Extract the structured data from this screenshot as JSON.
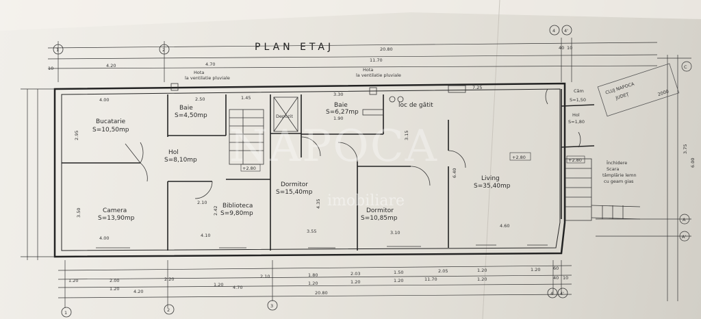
{
  "title": "PLAN ETAJ",
  "rooms": {
    "bucatarie": {
      "name": "Bucatarie",
      "area": "S=10,50mp"
    },
    "baie1": {
      "name": "Baie",
      "area": "S=4,50mp"
    },
    "hol": {
      "name": "Hol",
      "area": "S=8,10mp"
    },
    "camera": {
      "name": "Camera",
      "area": "S=13,90mp"
    },
    "biblioteca": {
      "name": "Biblioteca",
      "area": "S=9,80mp"
    },
    "depozit": {
      "name": "Depozit"
    },
    "baie2": {
      "name": "Baie",
      "area": "S=6,27mp"
    },
    "dormitor1": {
      "name": "Dormitor",
      "area": "S=15,40mp"
    },
    "dormitor2": {
      "name": "Dormitor",
      "area": "S=10,85mp"
    },
    "living": {
      "name": "Living",
      "area": "S=35,40mp"
    },
    "loc_gatit": {
      "name": "loc de gătit"
    },
    "cam": {
      "name": "Căm",
      "area": "S=1,50"
    },
    "hol2": {
      "name": "Hol",
      "area": "S=1,80"
    }
  },
  "notes": {
    "hota1": "Hota",
    "hota1b": "la ventilatie pluviale",
    "hota2": "Hota",
    "hota2b": "la ventilatie pluviale",
    "inchidere": [
      "Închidere",
      "Scara",
      "tâmplărie lemn",
      "cu geam gias"
    ],
    "level_a": "+2.80",
    "level_b": "+2.80",
    "level_c": "+2.80"
  },
  "dims_top": {
    "total": "20.80",
    "d1": "4.20",
    "d2": "4.70",
    "d3": "11.70",
    "d4": "40",
    "d5": "10",
    "d6": "10"
  },
  "dims_bottom": {
    "row1": [
      "1.20",
      "2.00",
      "2.20",
      "2.10",
      "1.80",
      "2.03",
      "1.50",
      "2.05",
      "1.20",
      "1.20",
      "60"
    ],
    "row2": [
      "1.20",
      "1.20",
      "1.20",
      "1.20",
      "1.20",
      "1.20",
      "40",
      "10"
    ],
    "d_420": "4.20",
    "d_470": "4.70",
    "d_1170": "11.70",
    "total": "20.80"
  },
  "room_dims": {
    "bucatarie_w": "4.00",
    "baie1_w": "2.50",
    "baie2_w": "3.30",
    "living_w": "7.25",
    "camera_w": "4.00",
    "biblioteca_w": "4.10",
    "dorm1_w": "3.55",
    "dorm2_w": "3.10",
    "living_w2": "4.60",
    "h_350": "3.50",
    "h_295": "2.95",
    "h_242": "2.42",
    "h_435": "4.35",
    "h_640": "6.40",
    "h_315": "3.15",
    "h_375": "3.75",
    "h_600": "6.00",
    "v_210": "2.10",
    "v_190": "1.90",
    "stair": "1.45"
  },
  "axes": {
    "top": [
      "1",
      "2",
      "4",
      "4'"
    ],
    "bottom": [
      "1",
      "2",
      "3",
      "4",
      "4'"
    ],
    "right": [
      "C",
      "A",
      "A'"
    ]
  },
  "watermark": {
    "brand": "NAPOCA",
    "sub": "imobiliare"
  },
  "stamp": [
    "CLUJ NAPOCA",
    "JUDEȚ",
    "2000"
  ]
}
